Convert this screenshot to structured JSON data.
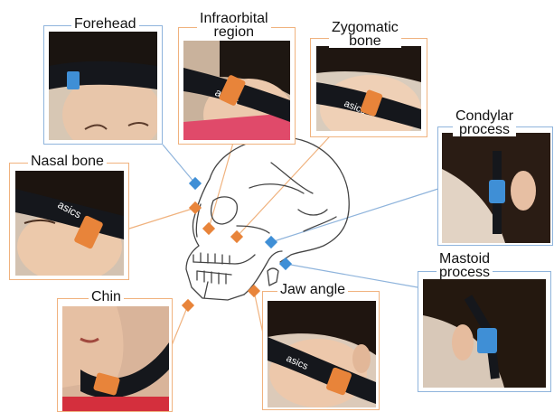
{
  "colors": {
    "sensor_orange": "#e8843a",
    "sensor_blue": "#3f8fd6",
    "frame_orange": "#f0b27e",
    "frame_blue": "#8fb4dc",
    "strap": "#15171c"
  },
  "labels": {
    "forehead": "Forehead",
    "infraorbital": "Infraorbital\nregion",
    "zygomatic": "Zygomatic\nbone",
    "condylar": "Condylar\nprocess",
    "nasal": "Nasal bone",
    "mastoid": "Mastoid\nprocess",
    "chin": "Chin",
    "jaw_angle": "Jaw angle"
  },
  "strap_text": "asics"
}
